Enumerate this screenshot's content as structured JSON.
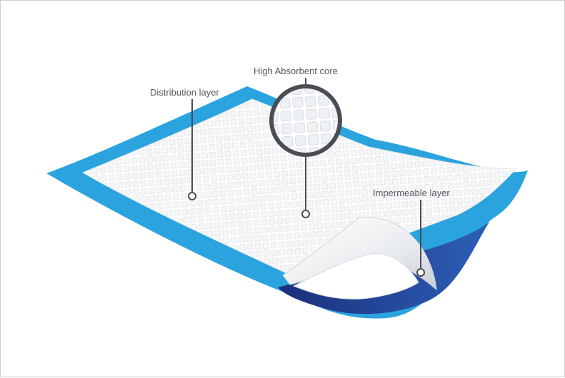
{
  "labels": {
    "high_absorbent": "High Absorbent core",
    "distribution": "Distribution layer",
    "impermeable": "Impermeable layer"
  },
  "colors": {
    "border_blue": "#2aa3df",
    "dark_blue": "#1d3f8f",
    "pad_white": "#ffffff",
    "grid_line": "#e3e6ea",
    "callout": "#4a4e54"
  }
}
